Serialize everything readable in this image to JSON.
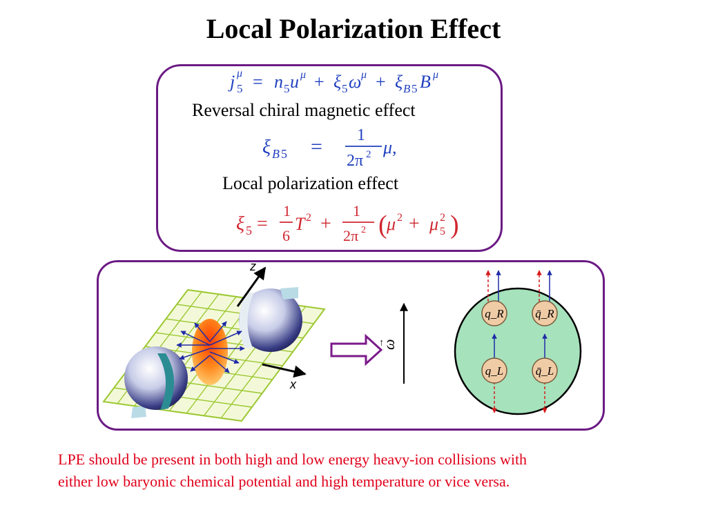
{
  "title": "Local Polarization Effect",
  "equations": {
    "current": "j₅^μ = n₅u^μ + ξ₅ω^μ + ξ_B5 B^μ",
    "xi_b5": "ξ_B5 = μ/(2π²),",
    "xi_5": "ξ₅ = (1/6)T² + (1/(2π²))(μ² + μ₅²)"
  },
  "labels": {
    "reversal_cme": "Reversal chiral magnetic effect",
    "lpe": "Local polarization effect"
  },
  "figure": {
    "axis_z": "z",
    "axis_x": "x",
    "omega": "ω",
    "quarks": {
      "top_left": "q_R",
      "top_right": "q̄_R",
      "bottom_left": "q_L",
      "bottom_right": "q̄_L"
    }
  },
  "note": {
    "line1": "LPE should be present in both high and low energy heavy-ion collisions with",
    "line2": "either low baryonic chemical potential and high temperature or vice versa."
  },
  "colors": {
    "box_border": "#6b1a84",
    "equation_blue": "#1f3fbf",
    "equation_red": "#d0262f",
    "note_red": "#e0001a",
    "sphere_green": "#a6e2bc",
    "quark_fill": "#f0cca6"
  }
}
